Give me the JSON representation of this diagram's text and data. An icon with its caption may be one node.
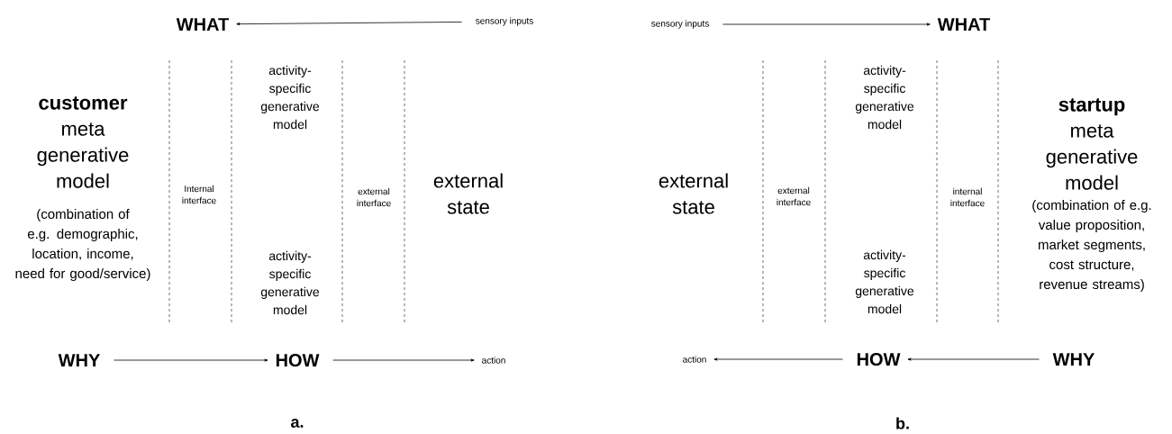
{
  "diagram": {
    "nodes": [
      {
        "text": [
          "WHAT"
        ]
      },
      {
        "text": [
          "sensory inputs"
        ]
      },
      {
        "text": [
          "WHY"
        ]
      },
      {
        "text": [
          "HOW"
        ]
      },
      {
        "text": [
          "action"
        ]
      },
      {
        "text": [
          "sensory inputs"
        ]
      },
      {
        "text": [
          "WHAT"
        ]
      },
      {
        "text": [
          "action"
        ]
      },
      {
        "text": [
          "HOW"
        ]
      },
      {
        "text": [
          "WHY"
        ]
      }
    ],
    "edges": [
      {
        "from": 1,
        "to": 0,
        "arrow": "to"
      },
      {
        "from": 2,
        "to": 3,
        "arrow": "to"
      },
      {
        "from": 3,
        "to": 4,
        "arrow": "to"
      },
      {
        "from": 5,
        "to": 6,
        "arrow": "to"
      },
      {
        "from": 8,
        "to": 7,
        "arrow": "to"
      },
      {
        "from": 9,
        "to": 8,
        "arrow": "to"
      }
    ],
    "labels": [
      "**customer** meta generative model",
      "(combination of e.g. demographic, location, income, need for good/service)",
      "Internal interface",
      "activity-specific generative model",
      "external interface",
      "external state",
      "activity-specific generative model",
      "a.",
      "external state",
      "external interface",
      "activity-specific generative model",
      "internal interface",
      "**startup** meta generative model",
      "(combination of e.g. value proposition, market segments, cost structure, revenue streams)",
      "activity-specific generative model",
      "b."
    ]
  }
}
